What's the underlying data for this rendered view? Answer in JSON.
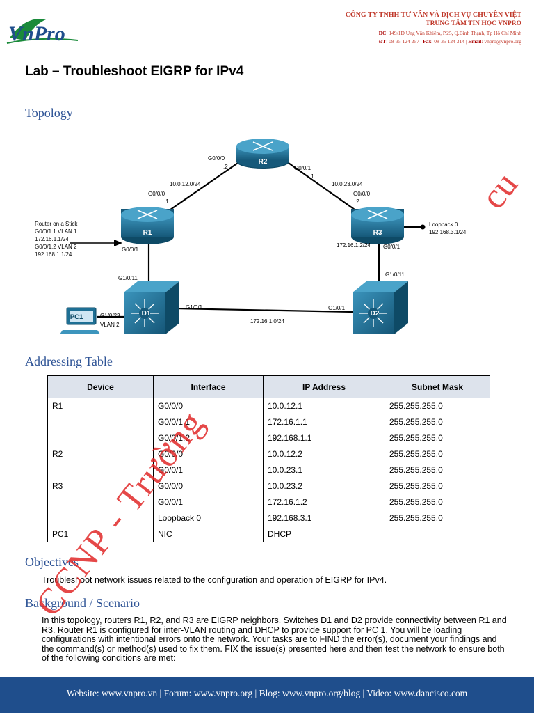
{
  "header": {
    "logo_text": "VnPro",
    "company_line1": "CÔNG TY TNHH TƯ VẤN VÀ DỊCH VỤ CHUYÊN VIỆT",
    "company_line2": "TRUNG TÂM TIN HỌC VNPRO",
    "address_label": "ĐC",
    "address": ": 149/1D Ung Văn Khiêm, P.25, Q.Bình Thạnh, Tp Hồ Chí Minh",
    "phone_label": "ĐT",
    "phone": ": 08-35 124 257 |",
    "fax_label": "Fax",
    "fax": ": 08-35 124 314 |",
    "email_label": "Email",
    "email": ": vnpro@vnpro.org"
  },
  "title": "Lab – Troubleshoot EIGRP for IPv4",
  "sections": {
    "topology": "Topology",
    "addressing": "Addressing Table",
    "objectives": "Objectives",
    "background": "Background / Scenario"
  },
  "topology": {
    "devices": {
      "r1": "R1",
      "r2": "R2",
      "r3": "R3",
      "d1": "D1",
      "d2": "D2",
      "pc1": "PC1"
    },
    "labels": {
      "r2_g000": "G0/0/0",
      "r2_g000_host": ".2",
      "r2_g001": "G0/0/1",
      "r2_g001_host": ".1",
      "net_12": "10.0.12.0/24",
      "net_23": "10.0.23.0/24",
      "r1_g000": "G0/0/0",
      "r1_g000_host": ".1",
      "r3_g000": "G0/0/0",
      "r3_g000_host": ".2",
      "r1_g001": "G0/0/1",
      "r3_g001": "G0/0/1",
      "r3_addr": "172.16.1.2/24",
      "d1_g1011": "G1/0/11",
      "d2_g1011": "G1/0/11",
      "d1_g101": "G1/0/1",
      "d2_g101": "G1/0/1",
      "d1_d2_net": "172.16.1.0/24",
      "d1_g1023": "G1/0/23",
      "vlan2": "VLAN 2",
      "loopback": "Loopback 0",
      "loopback_addr": "192.168.3.1/24",
      "ros1": "Router on a Stick",
      "ros2": "G0/0/1.1 VLAN 1",
      "ros3": "172.16.1.1/24",
      "ros4": "G0/0/1.2 VLAN 2",
      "ros5": "192.168.1.1/24"
    }
  },
  "addressing_table": {
    "headers": [
      "Device",
      "Interface",
      "IP Address",
      "Subnet Mask"
    ],
    "rows": [
      [
        "R1",
        "G0/0/0",
        "10.0.12.1",
        "255.255.255.0"
      ],
      [
        "",
        "G0/0/1.1",
        "172.16.1.1",
        "255.255.255.0"
      ],
      [
        "",
        "G0/0/1.2",
        "192.168.1.1",
        "255.255.255.0"
      ],
      [
        "R2",
        "G0/0/0",
        "10.0.12.2",
        "255.255.255.0"
      ],
      [
        "",
        "G0/0/1",
        "10.0.23.1",
        "255.255.255.0"
      ],
      [
        "R3",
        "G0/0/0",
        "10.0.23.2",
        "255.255.255.0"
      ],
      [
        "",
        "G0/0/1",
        "172.16.1.2",
        "255.255.255.0"
      ],
      [
        "",
        "Loopback 0",
        "192.168.3.1",
        "255.255.255.0"
      ],
      [
        "PC1",
        "NIC",
        "DHCP",
        ""
      ]
    ]
  },
  "objectives_text": "Troubleshoot network issues related to the configuration and operation of EIGRP for IPv4.",
  "background_text": "In this topology, routers R1, R2, and R3 are EIGRP neighbors. Switches D1 and D2 provide connectivity between R1 and R3. Router R1 is configured for inter-VLAN routing and DHCP to provide support for PC 1. You will be loading configurations with intentional errors onto the network. Your tasks are to FIND the error(s), document your findings and the command(s) or method(s) used to fix them. FIX the issue(s) presented here and then test the network to ensure both of the following conditions are met:",
  "watermark": "CCNP - Trường",
  "watermark2": "cu",
  "footer": "Website: www.vnpro.vn | Forum: www.vnpro.org | Blog: www.vnpro.org/blog | Video: www.dancisco.com",
  "colors": {
    "section": "#2f5496",
    "footer_bg": "#1f4e8c",
    "watermark": "#e12828",
    "device": "#1e6f94"
  }
}
